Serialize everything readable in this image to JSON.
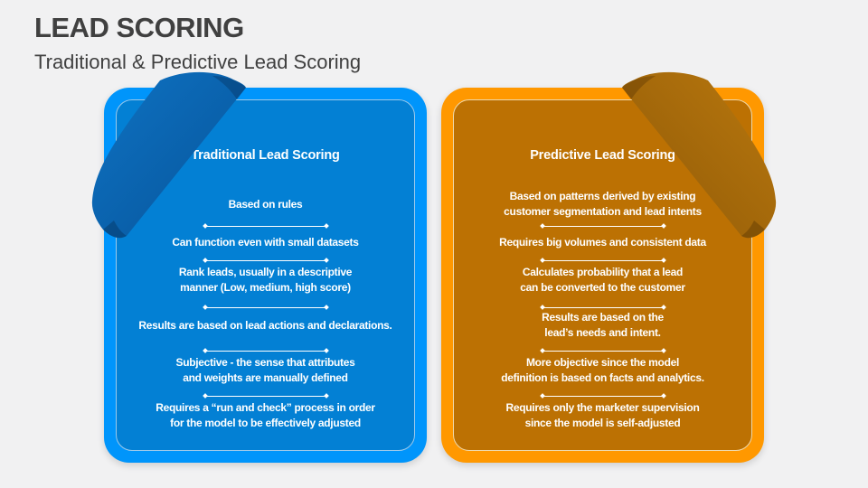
{
  "header": {
    "title": "LEAD SCORING",
    "subtitle": "Traditional & Predictive Lead Scoring"
  },
  "colors": {
    "slide_bg": "#F1F1F2",
    "heading_text": "#404040",
    "blue_card_outer": "#0095FB",
    "blue_card_inner": "#0380D4",
    "blue_card_border": "#9DC9EA",
    "blue_ribbon_light": "#0E72C2",
    "blue_ribbon_dark": "#07549A",
    "orange_card_outer": "#FF9800",
    "orange_card_inner": "#BC7103",
    "orange_card_border": "#EFD9AC",
    "orange_ribbon_light": "#B9780F",
    "orange_ribbon_dark": "#8F5906",
    "card_text": "#FFFFFF"
  },
  "cards": [
    {
      "title": "Traditional Lead Scoring",
      "items": [
        {
          "lines": [
            "Based on rules"
          ]
        },
        {
          "lines": [
            "Can function even with small datasets"
          ]
        },
        {
          "lines": [
            "Rank leads, usually in a descriptive",
            "manner (Low, medium, high score)"
          ]
        },
        {
          "lines": [
            "Results are based on lead actions and declarations."
          ]
        },
        {
          "lines": [
            "Subjective - the sense that attributes",
            "and weights are manually defined"
          ]
        },
        {
          "lines": [
            "Requires a “run and check” process in order",
            "for the model to be effectively adjusted"
          ]
        }
      ]
    },
    {
      "title": "Predictive Lead Scoring",
      "items": [
        {
          "lines": [
            "Based on patterns derived by existing",
            "customer segmentation and lead intents"
          ]
        },
        {
          "lines": [
            "Requires big volumes and consistent data"
          ]
        },
        {
          "lines": [
            "Calculates probability that a lead",
            "can be converted to the customer"
          ]
        },
        {
          "lines": [
            "Results are based on the",
            "lead’s needs and intent."
          ]
        },
        {
          "lines": [
            "More objective since the model",
            "definition is based on facts and analytics."
          ]
        },
        {
          "lines": [
            "Requires only the marketer supervision",
            "since the model is self-adjusted"
          ]
        }
      ]
    }
  ]
}
